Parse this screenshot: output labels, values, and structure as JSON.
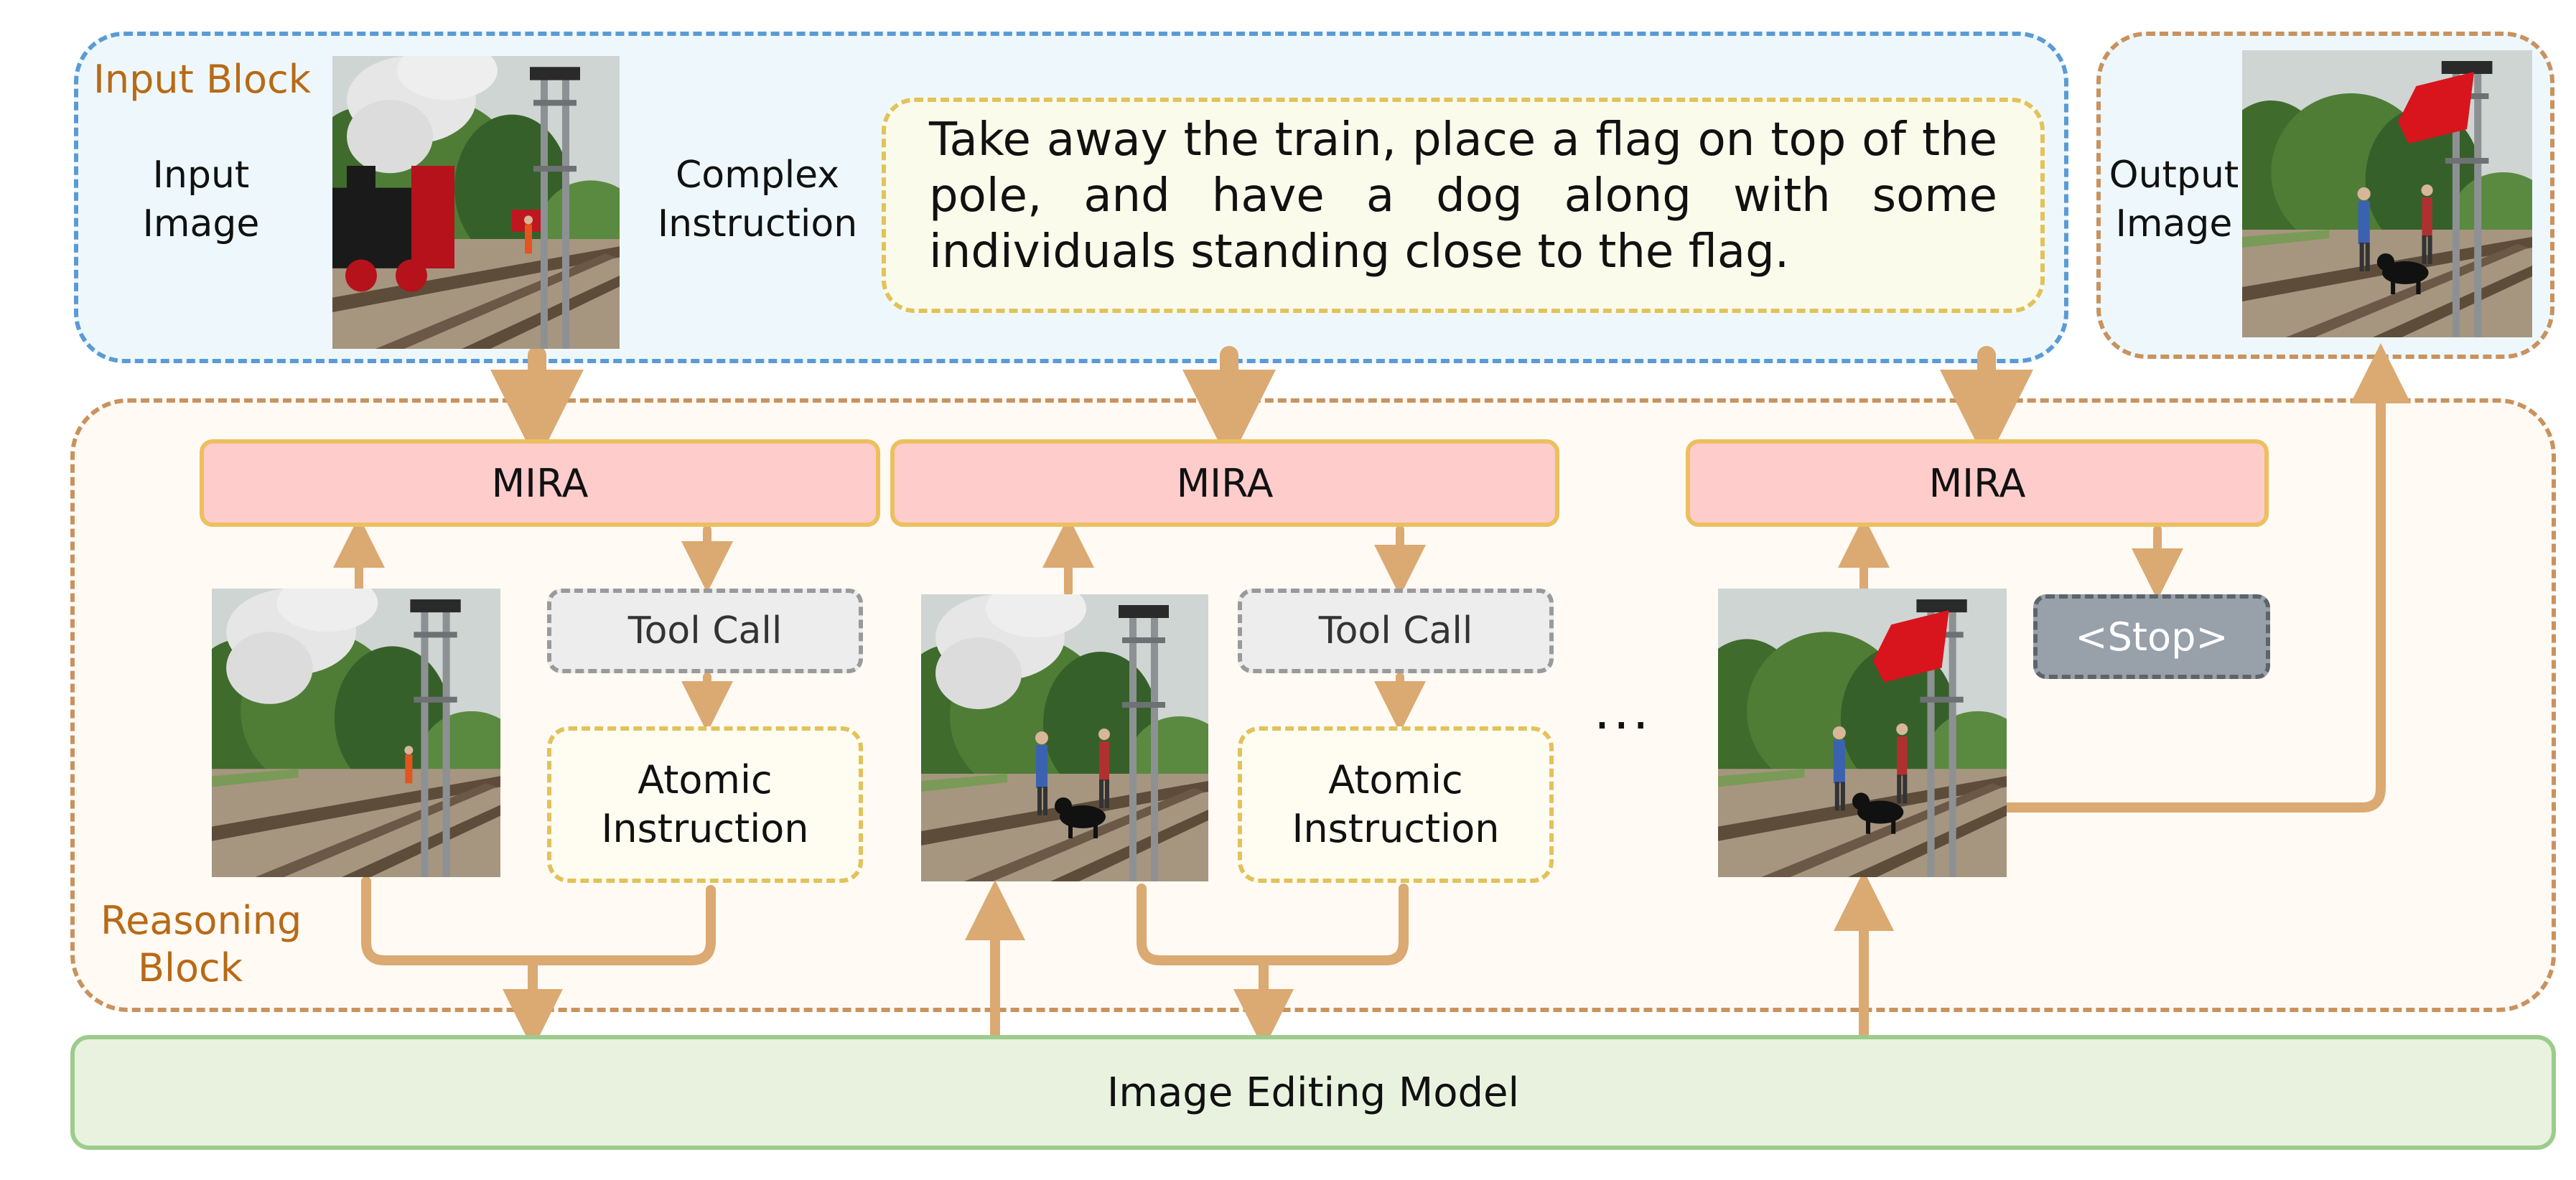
{
  "input_block": {
    "title": "Input Block",
    "input_image_label": "Input\nImage",
    "complex_instruction_label": "Complex\nInstruction",
    "instruction_text": "Take away the train, place a flag on top of the pole, and have a dog along with some individuals standing close to the flag."
  },
  "output_block": {
    "label": "Output\nImage"
  },
  "reasoning_block": {
    "label": "Reasoning\nBlock",
    "steps": [
      {
        "mira": "MIRA",
        "tool_call": "Tool Call",
        "atomic": "Atomic\nInstruction"
      },
      {
        "mira": "MIRA",
        "tool_call": "Tool Call",
        "atomic": "Atomic\nInstruction"
      },
      {
        "mira": "MIRA",
        "stop": "<Stop>"
      }
    ],
    "ellipsis": "..."
  },
  "model": {
    "label": "Image Editing Model"
  },
  "colors": {
    "arrow": "#dba972",
    "input_border": "#5b9bd5",
    "reason_border": "#c9925e",
    "mira_fill": "#ffcccc",
    "mira_border": "#ecbf60",
    "model_fill": "#e8f2df",
    "model_border": "#9ccc8c",
    "stop_fill": "#98a0aa"
  }
}
